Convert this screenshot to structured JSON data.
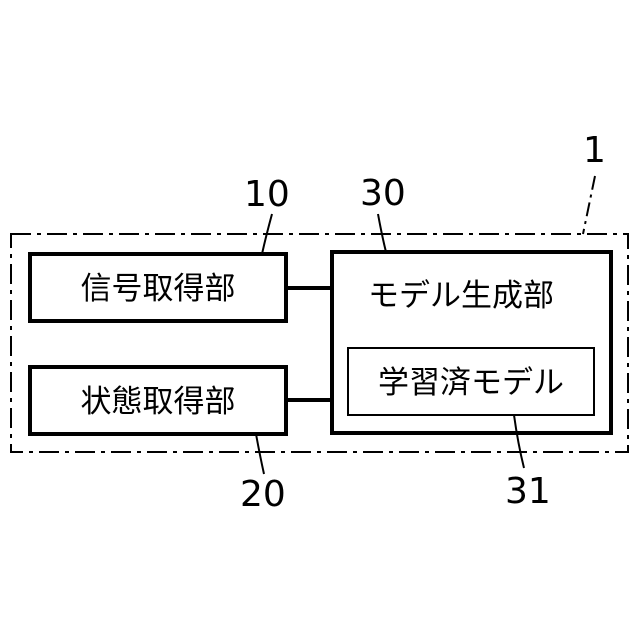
{
  "device": {
    "ref": "1"
  },
  "signal_acquisition": {
    "label": "信号取得部",
    "ref": "10"
  },
  "state_acquisition": {
    "label": "状態取得部",
    "ref": "20"
  },
  "model_generation": {
    "label": "モデル生成部",
    "ref": "30"
  },
  "trained_model": {
    "label": "学習済モデル",
    "ref": "31"
  }
}
